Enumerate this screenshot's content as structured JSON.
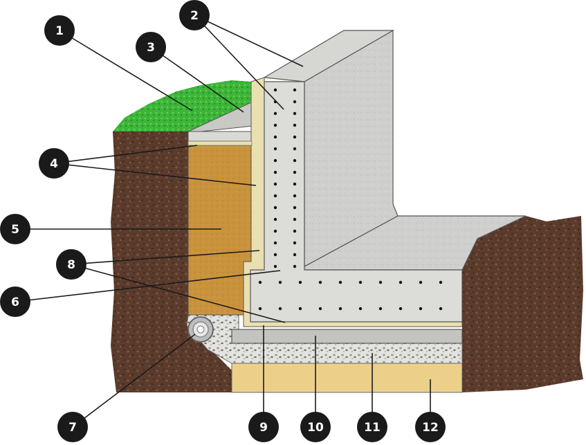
{
  "diagram": {
    "callouts": [
      {
        "label": "1"
      },
      {
        "label": "2"
      },
      {
        "label": "3"
      },
      {
        "label": "4"
      },
      {
        "label": "5"
      },
      {
        "label": "6"
      },
      {
        "label": "7"
      },
      {
        "label": "8"
      },
      {
        "label": "9"
      },
      {
        "label": "10"
      },
      {
        "label": "11"
      },
      {
        "label": "12"
      }
    ],
    "colors": {
      "callout_fill": "#1a1a1a",
      "callout_text": "#ffffff",
      "leader_line": "#1a1a1a",
      "soil": "#5a3b2c",
      "grass": "#3cb53a",
      "concrete": "#cfd0cd",
      "sand_backfill": "#c9923c",
      "sand_base": "#ecd08a",
      "gravel": "#d9d9d6",
      "membrane": "#e9dfb0"
    }
  }
}
